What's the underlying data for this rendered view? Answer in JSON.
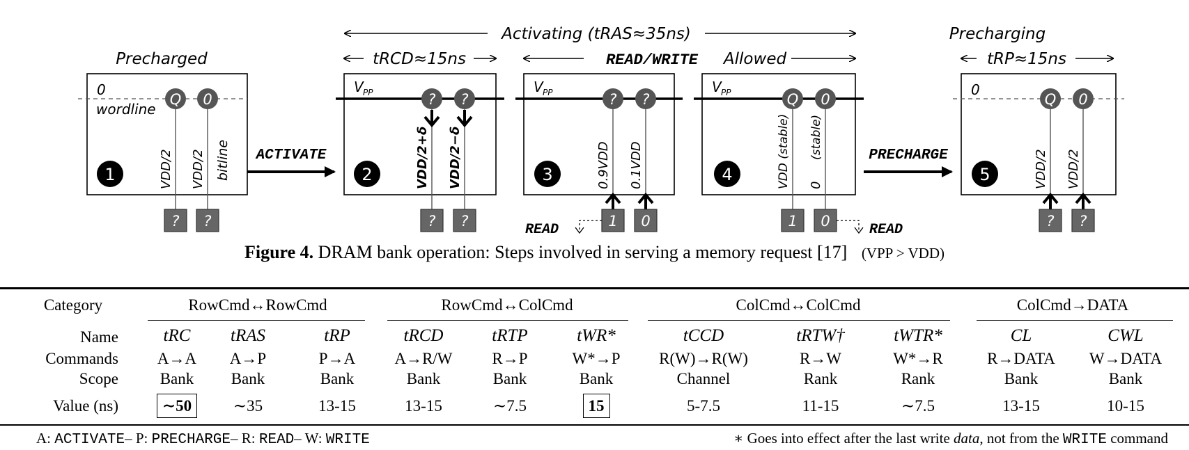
{
  "figure": {
    "banner_activating": "Activating (tRAS≈35ns)",
    "label_precharging": "Precharging",
    "label_precharged": "Precharged",
    "label_trcd": "tRCD≈15ns",
    "label_readwrite": "READ/WRITE",
    "label_allowed": "Allowed",
    "label_trp": "tRP≈15ns",
    "cmd_activate": "ACTIVATE",
    "cmd_precharge": "PRECHARGE",
    "read_label": "READ",
    "wordline_text": "wordline",
    "bitline_text": "bitline",
    "zero": "0",
    "q": "Q",
    "unknown": "?",
    "one": "1",
    "vpp": "V",
    "vpp_sub": "PP",
    "vdd_half": "V",
    "steps": [
      "1",
      "2",
      "3",
      "4",
      "5"
    ],
    "box1_v1": "VDD/2",
    "box1_v2": "VDD/2",
    "box2_v1": "VDD/2+δ",
    "box2_v2": "VDD/2−δ",
    "box3_v1": "0.9VDD",
    "box3_v2": "0.1VDD",
    "box4_v1": "VDD (stable)",
    "box4_v2": "(stable)",
    "box4_v2b": "0",
    "box5_v1": "VDD/2",
    "box5_v2": "VDD/2"
  },
  "caption": {
    "label": "Figure 4.",
    "text": "DRAM bank operation: Steps involved in serving a memory request [17]",
    "note": "(VPP > VDD)"
  },
  "table": {
    "row_labels": [
      "Category",
      "Name",
      "Commands",
      "Scope",
      "Value (ns)"
    ],
    "groups": [
      "RowCmd↔RowCmd",
      "RowCmd↔ColCmd",
      "ColCmd↔ColCmd",
      "ColCmd→DATA"
    ],
    "columns": [
      {
        "name": "tRC",
        "cmd": "A→A",
        "scope": "Bank",
        "value": "∼50"
      },
      {
        "name": "tRAS",
        "cmd": "A→P",
        "scope": "Bank",
        "value": "∼35"
      },
      {
        "name": "tRP",
        "cmd": "P→A",
        "scope": "Bank",
        "value": "13-15"
      },
      {
        "name": "tRCD",
        "cmd": "A→R/W",
        "scope": "Bank",
        "value": "13-15"
      },
      {
        "name": "tRTP",
        "cmd": "R→P",
        "scope": "Bank",
        "value": "∼7.5"
      },
      {
        "name": "tWR*",
        "cmd": "W*→P",
        "scope": "Bank",
        "value": "15"
      },
      {
        "name": "tCCD",
        "cmd": "R(W)→R(W)",
        "scope": "Channel",
        "value": "5-7.5"
      },
      {
        "name": "tRTW†",
        "cmd": "R→W",
        "scope": "Rank",
        "value": "11-15"
      },
      {
        "name": "tWTR*",
        "cmd": "W*→R",
        "scope": "Rank",
        "value": "∼7.5"
      },
      {
        "name": "CL",
        "cmd": "R→DATA",
        "scope": "Bank",
        "value": "13-15"
      },
      {
        "name": "CWL",
        "cmd": "W→DATA",
        "scope": "Bank",
        "value": "10-15"
      }
    ],
    "footnote_left": {
      "a": "A:",
      "a_mono": "ACTIVATE",
      "p": "– P:",
      "p_mono": "PRECHARGE",
      "r": "– R:",
      "r_mono": "READ",
      "w": "– W:",
      "w_mono": "WRITE"
    },
    "footnote_right": {
      "star": "∗ Goes into effect after the last write",
      "data": "data",
      "rest": ", not from the",
      "mono": "WRITE",
      "end": "command"
    }
  }
}
